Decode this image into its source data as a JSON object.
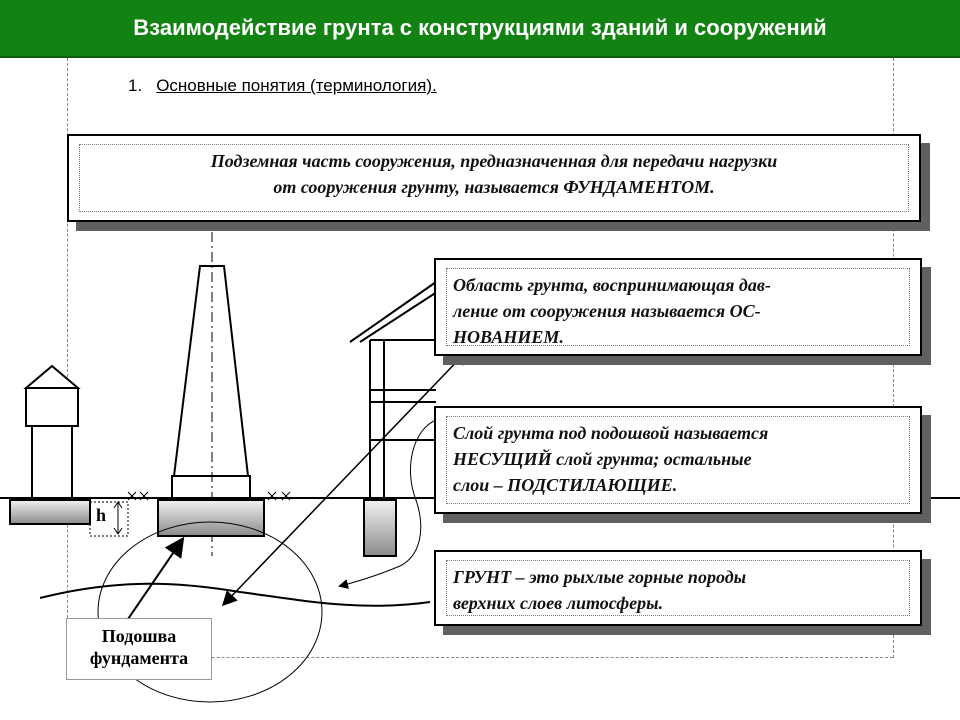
{
  "title": "Взаимодействие грунта с конструкциями зданий и сооружений",
  "heading": {
    "number": "1.",
    "text": "Основные понятия (терминология)."
  },
  "definitions": {
    "foundation": {
      "line1": "Подземная часть сооружения, предназначенная для передачи нагрузки",
      "line2": "от сооружения грунту, называется ФУНДАМЕНТОМ."
    },
    "base": {
      "line1": "Область грунта, воспринимающая дав-",
      "line2": "ление от сооружения называется ОС-",
      "line3": "НОВАНИЕМ."
    },
    "bearing_layer": {
      "line1": "Слой грунта под подошвой называется",
      "line2": "НЕСУЩИЙ слой грунта; остальные",
      "line3": "слои – ПОДСТИЛАЮЩИЕ."
    },
    "soil": {
      "line1": "ГРУНТ – это рыхлые горные породы",
      "line2": "верхних слоев литосферы."
    }
  },
  "labels": {
    "footing_line1": "Подошва",
    "footing_line2": "фундамента",
    "depth": "h"
  },
  "colors": {
    "title_background": "#128212",
    "title_text": "#ffffff",
    "shadow": "#606060"
  }
}
